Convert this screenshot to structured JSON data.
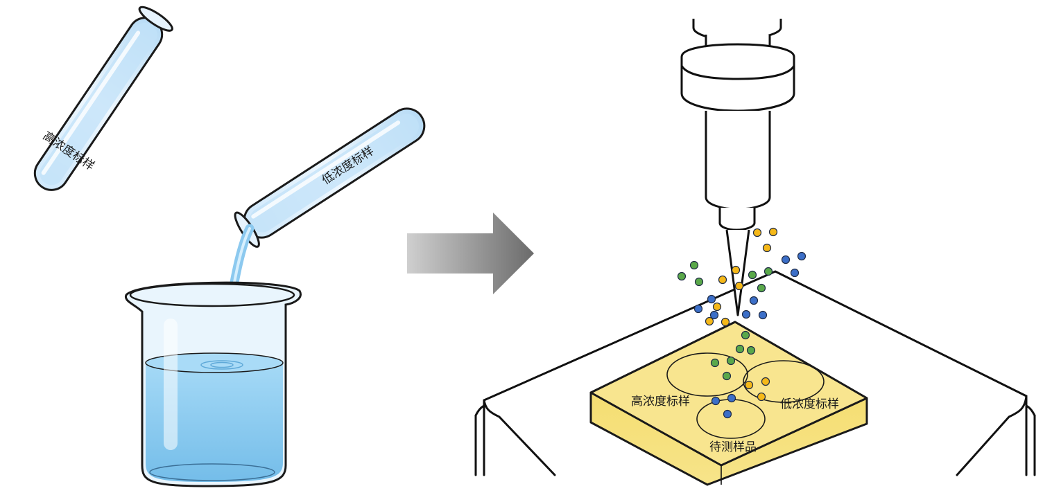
{
  "title": "Calibration standards workflow illustration",
  "left_panel": {
    "tube_high": {
      "label": "高浓度标样"
    },
    "tube_low": {
      "label": "低浓度标样"
    },
    "beaker": {
      "contents": "mixed solution"
    }
  },
  "arrow": {
    "direction": "right"
  },
  "right_panel": {
    "sample_plate": {
      "spots": [
        {
          "label": "高浓度标样",
          "particle_color": "green"
        },
        {
          "label": "低浓度标样",
          "particle_color": "yellow"
        },
        {
          "label": "待测样品",
          "particle_color": "blue"
        }
      ]
    },
    "particle_colors": {
      "green": "#5aa84a",
      "yellow": "#f5b818",
      "blue": "#3c6fc8"
    }
  },
  "colors": {
    "liquid": "#8fcdf2",
    "glass": "#d9eefc",
    "plate": "#f6e27a",
    "arrow_start": "#c9c9c9",
    "arrow_end": "#6d6d6d"
  }
}
